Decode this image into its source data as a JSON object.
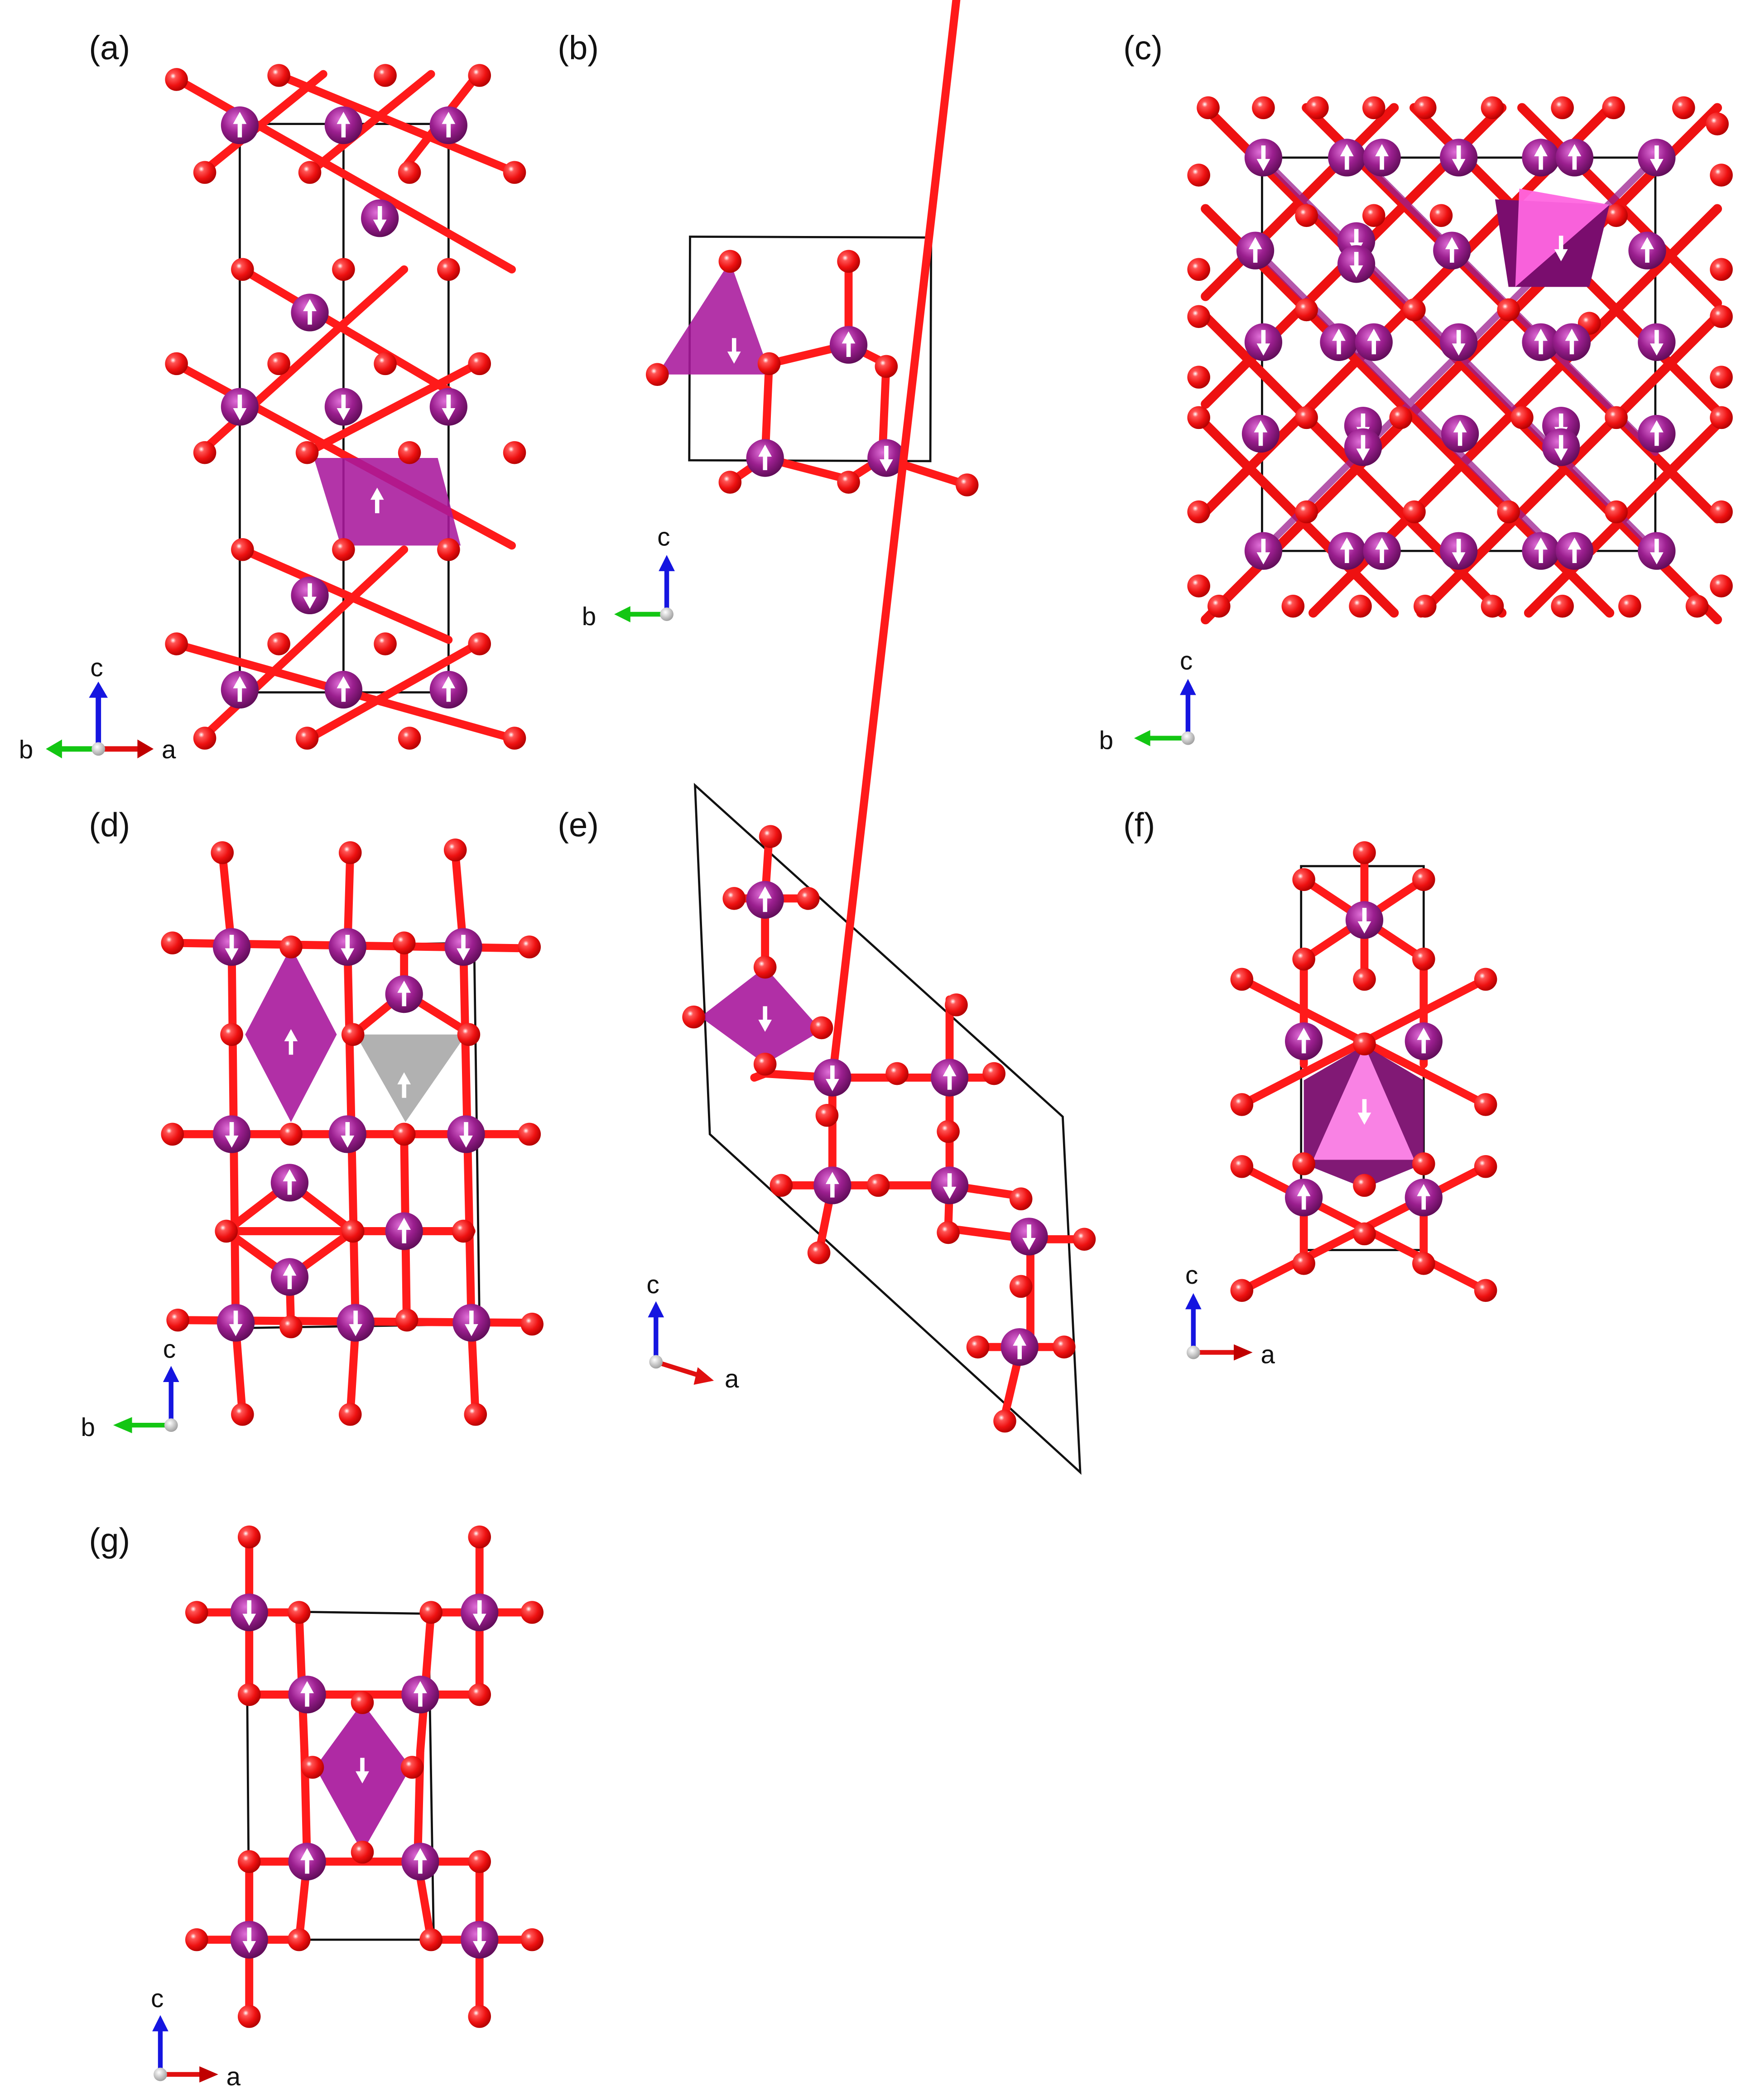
{
  "figure": {
    "type": "crystal-structure-panels",
    "colors": {
      "metal_atom": "#9b1f8f",
      "oxygen_atom": "#ee1111",
      "polyhedron": "#a8189c",
      "polyhedron_highlight": "#ff7de0",
      "polyhedron_gray": "#a9a9a9",
      "axis_a": "#e01010",
      "axis_b": "#13c613",
      "axis_c": "#1515e0",
      "unit_cell": "#111111",
      "spin_arrow": "#ffffff"
    },
    "panels": [
      {
        "id": "a",
        "label": "(a)",
        "axes": [
          "c",
          "b",
          "a"
        ],
        "polyhedron": "octahedron (magenta)",
        "spins": [
          "up",
          "up",
          "up",
          "down",
          "up",
          "down",
          "down",
          "down",
          "up",
          "down",
          "up",
          "up",
          "up"
        ]
      },
      {
        "id": "b",
        "label": "(b)",
        "axes": [
          "c",
          "b"
        ],
        "polyhedron": "tetrahedron (magenta)",
        "spins": [
          "down",
          "up",
          "up",
          "down"
        ]
      },
      {
        "id": "c",
        "label": "(c)",
        "axes": [
          "c",
          "b"
        ],
        "polyhedron": "distorted polyhedron (pink)"
      },
      {
        "id": "d",
        "label": "(d)",
        "axes": [
          "c",
          "b"
        ],
        "polyhedron": "octahedron (magenta) + tetrahedron (gray)"
      },
      {
        "id": "e",
        "label": "(e)",
        "axes": [
          "c",
          "a"
        ],
        "polyhedron": "octahedron (magenta)"
      },
      {
        "id": "f",
        "label": "(f)",
        "axes": [
          "c",
          "a"
        ],
        "polyhedron": "octahedron (pink)"
      },
      {
        "id": "g",
        "label": "(g)",
        "axes": [
          "c",
          "a"
        ],
        "polyhedron": "octahedron (magenta)"
      }
    ]
  },
  "labels": {
    "a": "(a)",
    "b": "(b)",
    "c": "(c)",
    "d": "(d)",
    "e": "(e)",
    "f": "(f)",
    "g": "(g)"
  },
  "axis_letters": {
    "a": "a",
    "b": "b",
    "c": "c"
  }
}
